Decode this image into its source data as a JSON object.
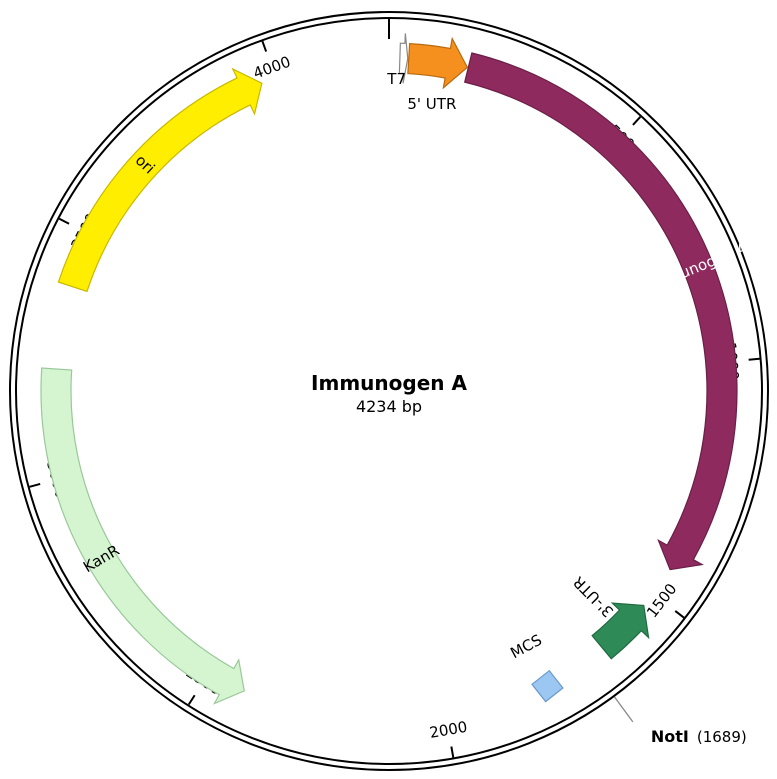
{
  "plasmid": {
    "name": "Immunogen A",
    "size_label": "4234 bp",
    "length": 4234
  },
  "ticks": [
    {
      "pos": 0,
      "label": ""
    },
    {
      "pos": 500,
      "label": "500"
    },
    {
      "pos": 1000,
      "label": "1000"
    },
    {
      "pos": 1500,
      "label": "1500"
    },
    {
      "pos": 2000,
      "label": "2000"
    },
    {
      "pos": 2500,
      "label": "2500"
    },
    {
      "pos": 3000,
      "label": "3000"
    },
    {
      "pos": 3500,
      "label": "3500"
    },
    {
      "pos": 4000,
      "label": "4000"
    }
  ],
  "features": [
    {
      "name": "T7",
      "start": 22,
      "end": 38,
      "strand": 1,
      "color": "#ffffff",
      "stroke": "#888888",
      "label": "T7",
      "label_color": "#000000"
    },
    {
      "name": "5' UTR",
      "start": 40,
      "end": 160,
      "strand": 1,
      "color": "#f5901e",
      "stroke": "#b86a10",
      "label": "5' UTR",
      "label_color": "#000000"
    },
    {
      "name": "Immunogen A",
      "start": 162,
      "end": 1440,
      "strand": 1,
      "color": "#8e2a5e",
      "stroke": "#6a1f46",
      "label": "Immunogen A",
      "label_color": "#ffffff"
    },
    {
      "name": "3'-UTR",
      "start": 1530,
      "end": 1650,
      "strand": -1,
      "color": "#2e8b57",
      "stroke": "#1f6a40",
      "label": "3'-UTR",
      "label_color": "#000000"
    },
    {
      "name": "MCS",
      "start": 1770,
      "end": 1800,
      "strand": 0,
      "color": "#9cc7f2",
      "stroke": "#6a9ac8",
      "label": "MCS",
      "label_color": "#000000"
    },
    {
      "name": "KanR",
      "start": 2420,
      "end": 3220,
      "strand": -1,
      "color": "#d4f5d0",
      "stroke": "#9ac89a",
      "label": "KanR",
      "label_color": "#000000"
    },
    {
      "name": "ori",
      "start": 3390,
      "end": 3970,
      "strand": 1,
      "color": "#ffee00",
      "stroke": "#c8b800",
      "label": "ori",
      "label_color": "#000000"
    }
  ],
  "sites": [
    {
      "name": "NotI",
      "position": 1689,
      "position_label": "(1689)"
    }
  ]
}
